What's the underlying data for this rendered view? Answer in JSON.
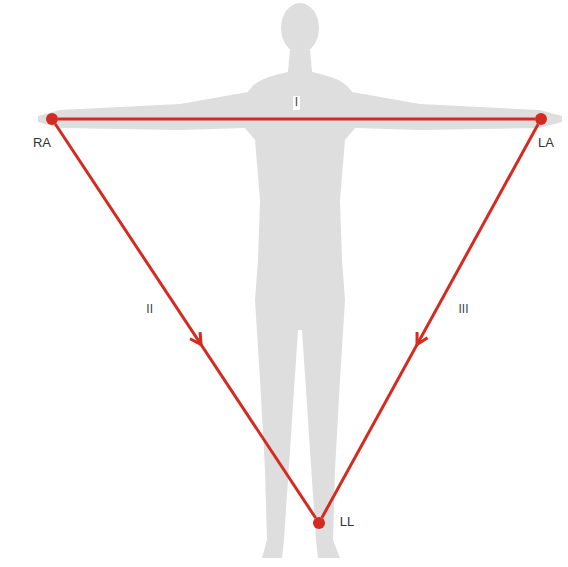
{
  "diagram": {
    "nodes": [
      {
        "text": [
          "RA"
        ]
      },
      {
        "text": [
          "LA"
        ]
      },
      {
        "text": [
          "LL"
        ]
      }
    ],
    "edges": [
      {
        "from": 0,
        "to": 1,
        "arrow": "none",
        "label": "I"
      },
      {
        "from": 0,
        "to": 2,
        "arrow": "to",
        "label": "II"
      },
      {
        "from": 1,
        "to": 2,
        "arrow": "to",
        "label": "III"
      }
    ]
  }
}
